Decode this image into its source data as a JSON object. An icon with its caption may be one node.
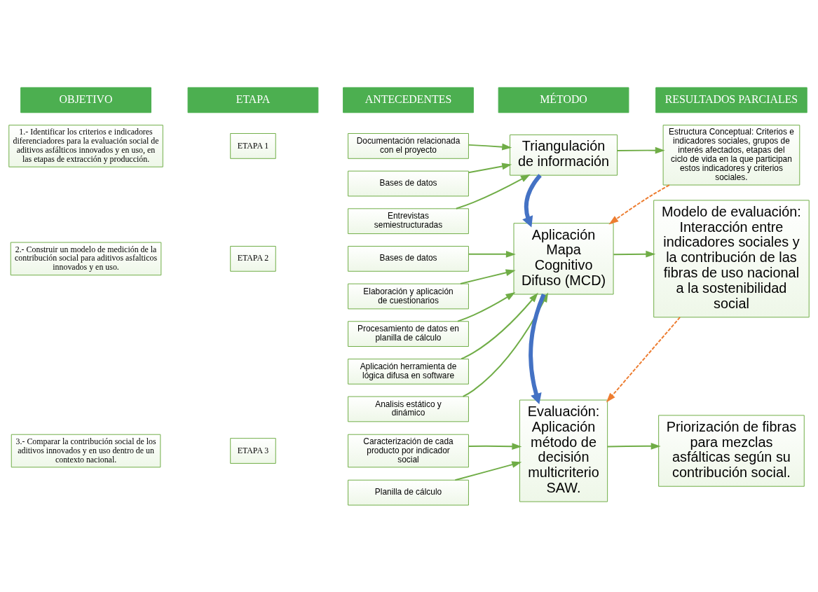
{
  "diagram": {
    "nodes": [
      {
        "text": [
          "OBJETIVO"
        ]
      },
      {
        "text": [
          "ETAPA"
        ]
      },
      {
        "text": [
          "ANTECEDENTES"
        ]
      },
      {
        "text": [
          "MÉTODO"
        ]
      },
      {
        "text": [
          "RESULTADOS PARCIALES"
        ]
      },
      {
        "text": [
          "1.- Identificar los criterios e indicadores diferenciadores para la evaluación social de aditivos asfálticos innovados y en uso, en las etapas de extracción y producción."
        ]
      },
      {
        "text": [
          "ETAPA 1"
        ]
      },
      {
        "text": [
          "Documentación relacionada con el proyecto"
        ]
      },
      {
        "text": [
          "Bases de datos"
        ]
      },
      {
        "text": [
          "Entrevistas semiestructuradas"
        ]
      },
      {
        "text": [
          "Triangulación de información"
        ]
      },
      {
        "text": [
          "Estructura Conceptual: Criterios e indicadores sociales, grupos de interés afectados, etapas del ciclo de vida en la que participan estos indicadores y criterios sociales."
        ]
      },
      {
        "text": [
          "2.- Construir un modelo de medición de la contribución social para aditivos asfalticos innovados y en uso."
        ]
      },
      {
        "text": [
          "ETAPA 2"
        ]
      },
      {
        "text": [
          "Bases de datos"
        ]
      },
      {
        "text": [
          "Elaboración y aplicación de cuestionarios"
        ]
      },
      {
        "text": [
          "Procesamiento de datos en planilla de cálculo"
        ]
      },
      {
        "text": [
          "Aplicación herramienta de lógica difusa en software"
        ]
      },
      {
        "text": [
          "Analisis estático y dinámico"
        ]
      },
      {
        "text": [
          "Aplicación Mapa Cognitivo Difuso (MCD)"
        ]
      },
      {
        "text": [
          "Modelo de evaluación: Interacción entre indicadores sociales y la contribución de las fibras de uso nacional a la sostenibilidad social"
        ]
      },
      {
        "text": [
          "3.- Comparar la contribución social de los aditivos innovados y en uso dentro de un contexto nacional."
        ]
      },
      {
        "text": [
          "ETAPA 3"
        ]
      },
      {
        "text": [
          "Caracterización de cada producto por indicador social"
        ]
      },
      {
        "text": [
          "Planilla de cálculo"
        ]
      },
      {
        "text": [
          "Evaluación: Aplicación método de decisión multicriterio SAW."
        ]
      },
      {
        "text": [
          "Priorización de fibras para mezclas asfálticas según su contribución social."
        ]
      }
    ],
    "edges": [
      {
        "from": 7,
        "to": 10,
        "arrow": "to"
      },
      {
        "from": 8,
        "to": 10,
        "arrow": "to"
      },
      {
        "from": 9,
        "to": 10,
        "arrow": "to"
      },
      {
        "from": 10,
        "to": 11,
        "arrow": "to"
      },
      {
        "from": 10,
        "to": 19,
        "arrow": "to",
        "style": "thick",
        "color": "#4472c4"
      },
      {
        "from": 11,
        "to": 19,
        "arrow": "to",
        "style": "dashed",
        "color": "#ed7d31"
      },
      {
        "from": 14,
        "to": 19,
        "arrow": "to"
      },
      {
        "from": 15,
        "to": 19,
        "arrow": "to"
      },
      {
        "from": 16,
        "to": 19,
        "arrow": "to"
      },
      {
        "from": 17,
        "to": 19,
        "arrow": "to"
      },
      {
        "from": 18,
        "to": 19,
        "arrow": "to"
      },
      {
        "from": 19,
        "to": 20,
        "arrow": "to"
      },
      {
        "from": 19,
        "to": 25,
        "arrow": "to",
        "style": "thick",
        "color": "#4472c4"
      },
      {
        "from": 20,
        "to": 25,
        "arrow": "to",
        "style": "dashed",
        "color": "#ed7d31"
      },
      {
        "from": 23,
        "to": 25,
        "arrow": "to"
      },
      {
        "from": 24,
        "to": 25,
        "arrow": "to"
      },
      {
        "from": 25,
        "to": 26,
        "arrow": "to"
      }
    ]
  }
}
